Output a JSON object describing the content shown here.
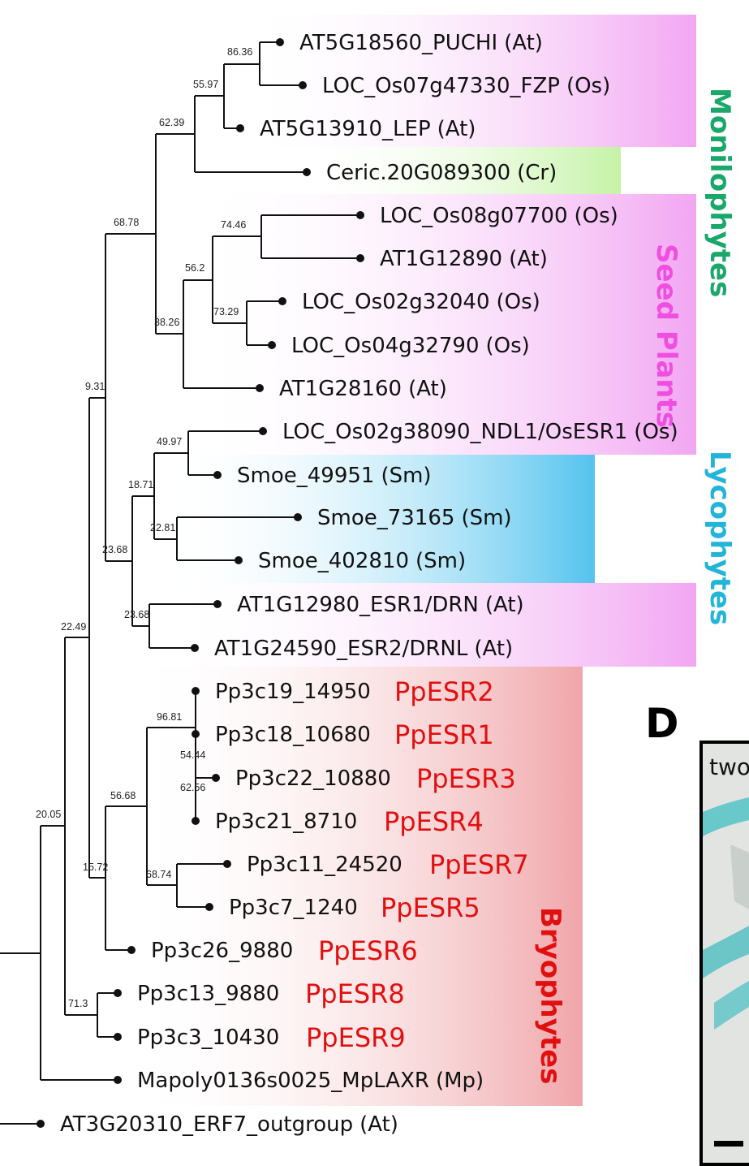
{
  "panel_label": "D",
  "micrograph_caption": "two",
  "clades": [
    {
      "id": "monilophytes",
      "label": "Monilophytes",
      "color": "#1aa86a"
    },
    {
      "id": "seed",
      "label": "Seed Plants",
      "color": "#ee4fe0"
    },
    {
      "id": "lycophytes",
      "label": "Lycophytes",
      "color": "#22b5d8"
    },
    {
      "id": "bryophytes",
      "label": "Bryophytes",
      "color": "#e01010"
    }
  ],
  "tips": [
    {
      "id": "t1",
      "name": "AT5G18560_PUCHI",
      "species": "(At)"
    },
    {
      "id": "t2",
      "name": "LOC_Os07g47330_FZP",
      "species": "(Os)"
    },
    {
      "id": "t3",
      "name": "AT5G13910_LEP",
      "species": "(At)"
    },
    {
      "id": "t4",
      "name": "Ceric.20G089300",
      "species": "(Cr)"
    },
    {
      "id": "t5",
      "name": "LOC_Os08g07700",
      "species": "(Os)"
    },
    {
      "id": "t6",
      "name": "AT1G12890",
      "species": "(At)"
    },
    {
      "id": "t7",
      "name": "LOC_Os02g32040",
      "species": "(Os)"
    },
    {
      "id": "t8",
      "name": "LOC_Os04g32790",
      "species": "(Os)"
    },
    {
      "id": "t9",
      "name": "AT1G28160",
      "species": "(At)"
    },
    {
      "id": "t10",
      "name": "LOC_Os02g38090_NDL1/OsESR1",
      "species": "(Os)"
    },
    {
      "id": "t11",
      "name": "Smoe_49951",
      "species": "(Sm)"
    },
    {
      "id": "t12",
      "name": "Smoe_73165",
      "species": "(Sm)"
    },
    {
      "id": "t13",
      "name": "Smoe_402810",
      "species": "(Sm)"
    },
    {
      "id": "t14",
      "name": "AT1G12980_ESR1/DRN",
      "species": "(At)"
    },
    {
      "id": "t15",
      "name": "AT1G24590_ESR2/DRNL",
      "species": "(At)"
    },
    {
      "id": "t16",
      "name": "Pp3c19_14950",
      "alias": "PpESR2"
    },
    {
      "id": "t17",
      "name": "Pp3c18_10680",
      "alias": "PpESR1"
    },
    {
      "id": "t18",
      "name": "Pp3c22_10880",
      "alias": "PpESR3"
    },
    {
      "id": "t19",
      "name": "Pp3c21_8710",
      "alias": "PpESR4"
    },
    {
      "id": "t20",
      "name": "Pp3c11_24520",
      "alias": "PpESR7"
    },
    {
      "id": "t21",
      "name": "Pp3c7_1240",
      "alias": "PpESR5"
    },
    {
      "id": "t22",
      "name": "Pp3c26_9880",
      "alias": "PpESR6"
    },
    {
      "id": "t23",
      "name": "Pp3c13_9880",
      "alias": "PpESR8"
    },
    {
      "id": "t24",
      "name": "Pp3c3_10430",
      "alias": "PpESR9"
    },
    {
      "id": "t25",
      "name": "Mapoly0136s0025_MpLAXR",
      "species": "(Mp)"
    },
    {
      "id": "t26",
      "name": "AT3G20310_ERF7_outgroup",
      "species": "(At)"
    }
  ],
  "support_values": [
    {
      "id": "n_puchi_fzp",
      "value": "86.36"
    },
    {
      "id": "n_lep",
      "value": "55.97"
    },
    {
      "id": "n_ceric",
      "value": "62.39"
    },
    {
      "id": "n_seedA",
      "value": "68.78"
    },
    {
      "id": "n_os08",
      "value": "74.46"
    },
    {
      "id": "n_os02",
      "value": "73.29"
    },
    {
      "id": "n_sub",
      "value": "56.2"
    },
    {
      "id": "n_at28",
      "value": "38.26"
    },
    {
      "id": "n_top",
      "value": "9.31"
    },
    {
      "id": "n_smoe49",
      "value": "49.97"
    },
    {
      "id": "n_smoe73",
      "value": "22.81"
    },
    {
      "id": "n_lyco",
      "value": "18.71"
    },
    {
      "id": "n_at_esr",
      "value": "23.68"
    },
    {
      "id": "n_esr_grp",
      "value": "23.68"
    },
    {
      "id": "n_vasc",
      "value": "22.49"
    },
    {
      "id": "n_pp1",
      "value": "96.81"
    },
    {
      "id": "n_pp2",
      "value": "54.44"
    },
    {
      "id": "n_pp3",
      "value": "62.56"
    },
    {
      "id": "n_pp7",
      "value": "68.74"
    },
    {
      "id": "n_pp4",
      "value": "56.68"
    },
    {
      "id": "n_pp6",
      "value": "15.72"
    },
    {
      "id": "n_pp89",
      "value": "71.3"
    },
    {
      "id": "n_land",
      "value": "20.05"
    }
  ]
}
